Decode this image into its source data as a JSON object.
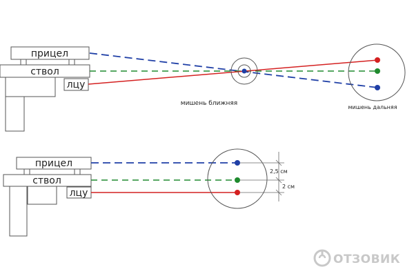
{
  "colors": {
    "sight": "#1f3fa6",
    "barrel": "#1f8a2e",
    "laser": "#d42020",
    "outline": "#555555",
    "watermark": "#c8c8c8"
  },
  "top_diagram": {
    "labels": {
      "sight": "прицел",
      "barrel": "ствол",
      "laser": "лцу"
    },
    "near_target_label": "мишень ближняя",
    "far_target_label": "мишень дальняя"
  },
  "bottom_diagram": {
    "labels": {
      "sight": "прицел",
      "barrel": "ствол",
      "laser": "лцу"
    },
    "dimension_upper": "2,5 см",
    "dimension_lower": "2 см"
  },
  "watermark": {
    "text": "ОТЗОВИК",
    "icon": "otzovik-logo-icon"
  }
}
